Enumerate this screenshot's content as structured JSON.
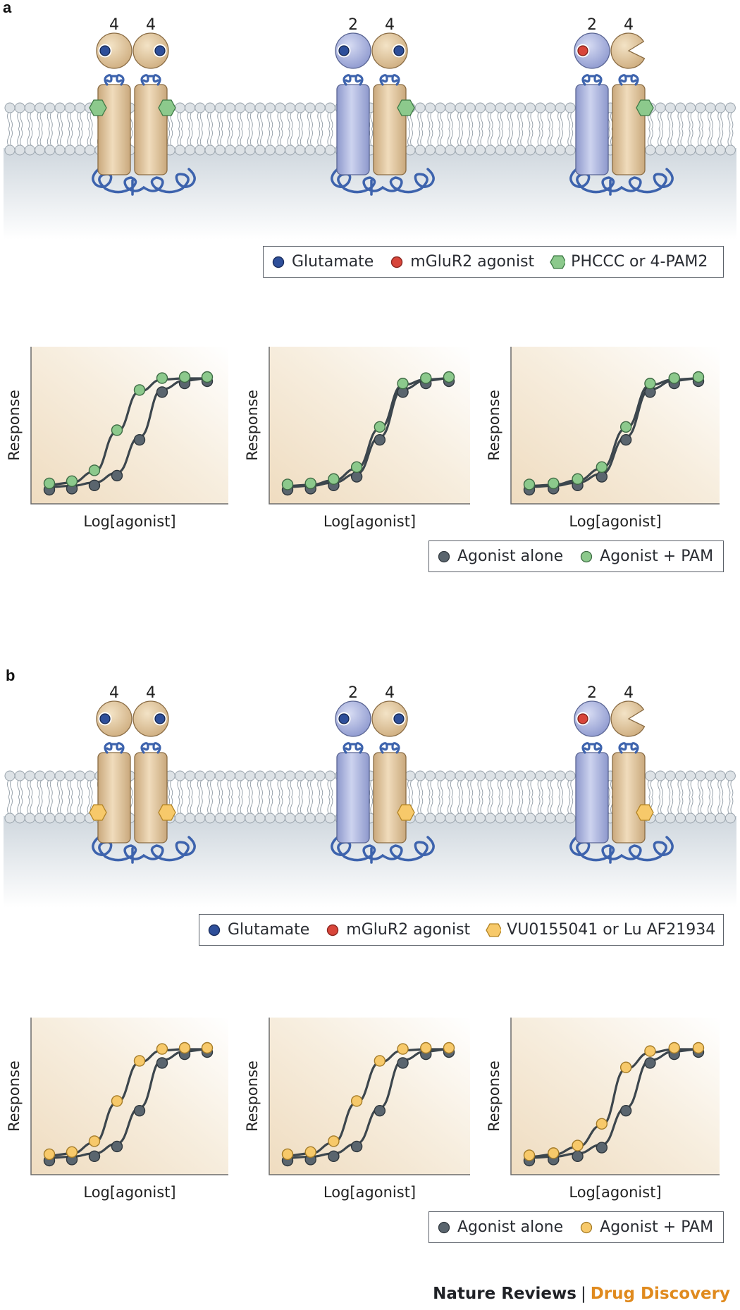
{
  "panels": [
    {
      "letter": "a",
      "receptors": [
        {
          "labels": [
            "4",
            "4"
          ],
          "left_type": "mGluR4",
          "right_type": "mGluR4",
          "left_ligand": "glutamate",
          "right_ligand": "glutamate"
        },
        {
          "labels": [
            "2",
            "4"
          ],
          "left_type": "mGluR2",
          "right_type": "mGluR4",
          "left_ligand": "glutamate",
          "right_ligand": "glutamate"
        },
        {
          "labels": [
            "2",
            "4"
          ],
          "left_type": "mGluR2",
          "right_type": "mGluR4",
          "left_ligand": "mGluR2 agonist",
          "right_ligand": "none"
        }
      ],
      "pam_type": "PHCCC or 4-PAM2",
      "pam_site": "upper",
      "pam_color": "#8cc98c",
      "legend_molecules": [
        {
          "label": "Glutamate",
          "icon": "glutamate-dot-icon",
          "color": "#2e4f9a"
        },
        {
          "label": "mGluR2 agonist",
          "icon": "agonist-dot-icon",
          "color": "#d8453a"
        },
        {
          "label": "PHCCC or 4-PAM2",
          "icon": "pam-hexagon-icon",
          "color": "#8cc98c"
        }
      ],
      "legend_curves": [
        {
          "label": "Agonist alone",
          "color": "#5a656e"
        },
        {
          "label": "Agonist + PAM",
          "color": "#8cc98c"
        }
      ]
    },
    {
      "letter": "b",
      "receptors": [
        {
          "labels": [
            "4",
            "4"
          ],
          "left_type": "mGluR4",
          "right_type": "mGluR4",
          "left_ligand": "glutamate",
          "right_ligand": "glutamate"
        },
        {
          "labels": [
            "2",
            "4"
          ],
          "left_type": "mGluR2",
          "right_type": "mGluR4",
          "left_ligand": "glutamate",
          "right_ligand": "glutamate"
        },
        {
          "labels": [
            "2",
            "4"
          ],
          "left_type": "mGluR2",
          "right_type": "mGluR4",
          "left_ligand": "mGluR2 agonist",
          "right_ligand": "none"
        }
      ],
      "pam_type": "VU0155041 or Lu AF21934",
      "pam_site": "lower",
      "pam_color": "#f7c96a",
      "legend_molecules": [
        {
          "label": "Glutamate",
          "icon": "glutamate-dot-icon",
          "color": "#2e4f9a"
        },
        {
          "label": "mGluR2 agonist",
          "icon": "agonist-dot-icon",
          "color": "#d8453a"
        },
        {
          "label": "VU0155041 or Lu AF21934",
          "icon": "pam-hexagon-icon",
          "color": "#f7c96a"
        }
      ],
      "legend_curves": [
        {
          "label": "Agonist alone",
          "color": "#5a656e"
        },
        {
          "label": "Agonist + PAM",
          "color": "#f7c96a"
        }
      ]
    }
  ],
  "chart_data": [
    {
      "type": "line",
      "panel": "a",
      "xlabel": "Log[agonist]",
      "ylabel": "Response",
      "x": [
        0,
        1,
        2,
        3,
        4,
        5,
        6,
        7
      ],
      "ylim": [
        0,
        1
      ],
      "series": [
        {
          "name": "Agonist alone",
          "values": [
            0.0,
            0.01,
            0.04,
            0.13,
            0.46,
            0.9,
            0.98,
            1.0
          ]
        },
        {
          "name": "Agonist + PAM",
          "values": [
            0.02,
            0.04,
            0.14,
            0.51,
            0.88,
            0.99,
            1.0,
            1.0
          ]
        }
      ]
    },
    {
      "type": "line",
      "panel": "a",
      "xlabel": "Log[agonist]",
      "ylabel": "Response",
      "x": [
        0,
        1,
        2,
        3,
        4,
        5,
        6,
        7
      ],
      "ylim": [
        0,
        1
      ],
      "series": [
        {
          "name": "Agonist alone",
          "values": [
            0.0,
            0.01,
            0.04,
            0.12,
            0.46,
            0.9,
            0.98,
            1.0
          ]
        },
        {
          "name": "Agonist + PAM",
          "values": [
            0.01,
            0.02,
            0.06,
            0.17,
            0.54,
            0.94,
            0.99,
            1.0
          ]
        }
      ]
    },
    {
      "type": "line",
      "panel": "a",
      "xlabel": "Log[agonist]",
      "ylabel": "Response",
      "x": [
        0,
        1,
        2,
        3,
        4,
        5,
        6,
        7
      ],
      "ylim": [
        0,
        1
      ],
      "series": [
        {
          "name": "Agonist alone",
          "values": [
            0.0,
            0.01,
            0.04,
            0.12,
            0.46,
            0.9,
            0.98,
            1.0
          ]
        },
        {
          "name": "Agonist + PAM",
          "values": [
            0.01,
            0.02,
            0.06,
            0.17,
            0.54,
            0.94,
            0.99,
            1.0
          ]
        }
      ]
    },
    {
      "type": "line",
      "panel": "b",
      "xlabel": "Log[agonist]",
      "ylabel": "Response",
      "x": [
        0,
        1,
        2,
        3,
        4,
        5,
        6,
        7
      ],
      "ylim": [
        0,
        1
      ],
      "series": [
        {
          "name": "Agonist alone",
          "values": [
            0.0,
            0.01,
            0.04,
            0.13,
            0.46,
            0.9,
            0.98,
            1.0
          ]
        },
        {
          "name": "Agonist + PAM",
          "values": [
            0.02,
            0.04,
            0.14,
            0.51,
            0.88,
            0.99,
            1.0,
            1.0
          ]
        }
      ]
    },
    {
      "type": "line",
      "panel": "b",
      "xlabel": "Log[agonist]",
      "ylabel": "Response",
      "x": [
        0,
        1,
        2,
        3,
        4,
        5,
        6,
        7
      ],
      "ylim": [
        0,
        1
      ],
      "series": [
        {
          "name": "Agonist alone",
          "values": [
            0.0,
            0.01,
            0.04,
            0.13,
            0.46,
            0.9,
            0.98,
            1.0
          ]
        },
        {
          "name": "Agonist + PAM",
          "values": [
            0.02,
            0.04,
            0.14,
            0.51,
            0.88,
            0.99,
            1.0,
            1.0
          ]
        }
      ]
    },
    {
      "type": "line",
      "panel": "b",
      "xlabel": "Log[agonist]",
      "ylabel": "Response",
      "x": [
        0,
        1,
        2,
        3,
        4,
        5,
        6,
        7
      ],
      "ylim": [
        0,
        1
      ],
      "series": [
        {
          "name": "Agonist alone",
          "values": [
            0.0,
            0.01,
            0.04,
            0.12,
            0.46,
            0.9,
            0.98,
            1.0
          ]
        },
        {
          "name": "Agonist + PAM",
          "values": [
            0.01,
            0.03,
            0.1,
            0.3,
            0.82,
            0.97,
            1.0,
            1.0
          ]
        }
      ]
    }
  ],
  "footer": {
    "journal": "Nature Reviews",
    "separator": "|",
    "subtitle": "Drug Discovery"
  }
}
